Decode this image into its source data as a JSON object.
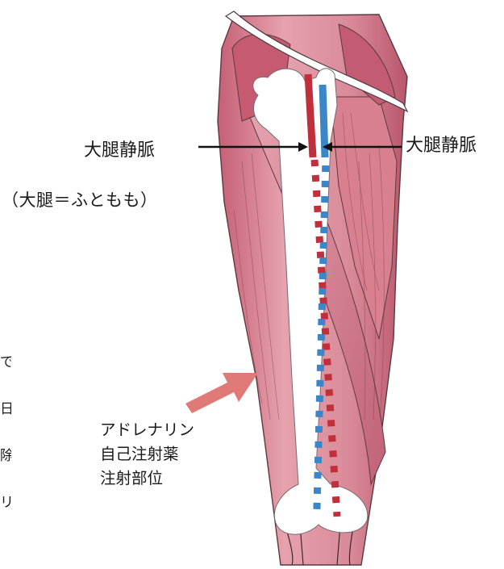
{
  "labels": {
    "vein_left": "大腿静脈",
    "vein_right": "大腿静脈",
    "thigh_note": "（大腿＝ふともも）",
    "injection_site": [
      "アドレナリン",
      "自己注射薬",
      "注射部位"
    ]
  },
  "edge_fragments": [
    "で",
    "日",
    "除",
    "リ"
  ],
  "colors": {
    "muscle": "#d98a98",
    "muscle_dark": "#b24e66",
    "bone": "#ffffff",
    "artery": "#c0303c",
    "vein": "#3a86c8",
    "arrow_pink": "#e07a78",
    "leader": "#111111"
  },
  "icons": [
    "arrow-icon",
    "femur-bone-icon",
    "thigh-muscle-icon"
  ]
}
